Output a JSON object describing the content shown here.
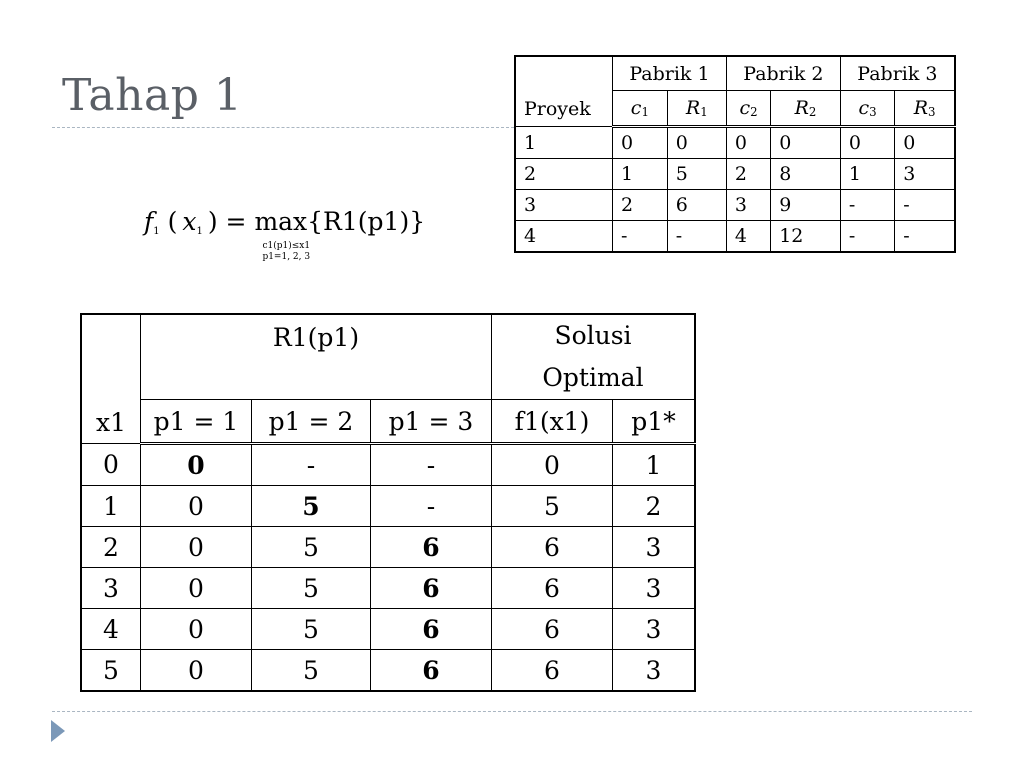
{
  "slide": {
    "title": "Tahap 1"
  },
  "project_table": {
    "proyek_header": "Proyek",
    "factory_headers": [
      "Pabrik 1",
      "Pabrik 2",
      "Pabrik 3"
    ],
    "sub_headers": [
      {
        "var": "c",
        "sub": "1"
      },
      {
        "var": "R",
        "sub": "1"
      },
      {
        "var": "c",
        "sub": "2"
      },
      {
        "var": "R",
        "sub": "2"
      },
      {
        "var": "c",
        "sub": "3"
      },
      {
        "var": "R",
        "sub": "3"
      }
    ],
    "rows": [
      [
        "1",
        "0",
        "0",
        "0",
        "0",
        "0",
        "0"
      ],
      [
        "2",
        "1",
        "5",
        "2",
        "8",
        "1",
        "3"
      ],
      [
        "3",
        "2",
        "6",
        "3",
        "9",
        "-",
        "-"
      ],
      [
        "4",
        "-",
        "-",
        "4",
        "12",
        "-",
        "-"
      ]
    ]
  },
  "formula": {
    "f": "f",
    "f_sub": "1",
    "x": "x",
    "x_sub": "1",
    "equals": "=",
    "max": "max",
    "body": "{R1(p1)}",
    "limit_line1": "c1(p1)≤x1",
    "limit_line2": "p1=1, 2, 3"
  },
  "result_table": {
    "x_header": "x1",
    "r_header": "R1(p1)",
    "solution_header_line1": "Solusi",
    "solution_header_line2": "Optimal",
    "sub_headers": [
      "p1 = 1",
      "p1 = 2",
      "p1 = 3",
      "f1(x1)",
      "p1*"
    ],
    "rows": [
      {
        "x": "0",
        "p1": "0",
        "p2": "-",
        "p3": "-",
        "f": "0",
        "p": "1",
        "bold": "p1"
      },
      {
        "x": "1",
        "p1": "0",
        "p2": "5",
        "p3": "-",
        "f": "5",
        "p": "2",
        "bold": "p2"
      },
      {
        "x": "2",
        "p1": "0",
        "p2": "5",
        "p3": "6",
        "f": "6",
        "p": "3",
        "bold": "p3"
      },
      {
        "x": "3",
        "p1": "0",
        "p2": "5",
        "p3": "6",
        "f": "6",
        "p": "3",
        "bold": "p3"
      },
      {
        "x": "4",
        "p1": "0",
        "p2": "5",
        "p3": "6",
        "f": "6",
        "p": "3",
        "bold": "p3"
      },
      {
        "x": "5",
        "p1": "0",
        "p2": "5",
        "p3": "6",
        "f": "6",
        "p": "3",
        "bold": "p3"
      }
    ]
  },
  "colors": {
    "title": "#5a5f66",
    "rule": "#aab6c2",
    "bullet": "#7b98b8"
  }
}
